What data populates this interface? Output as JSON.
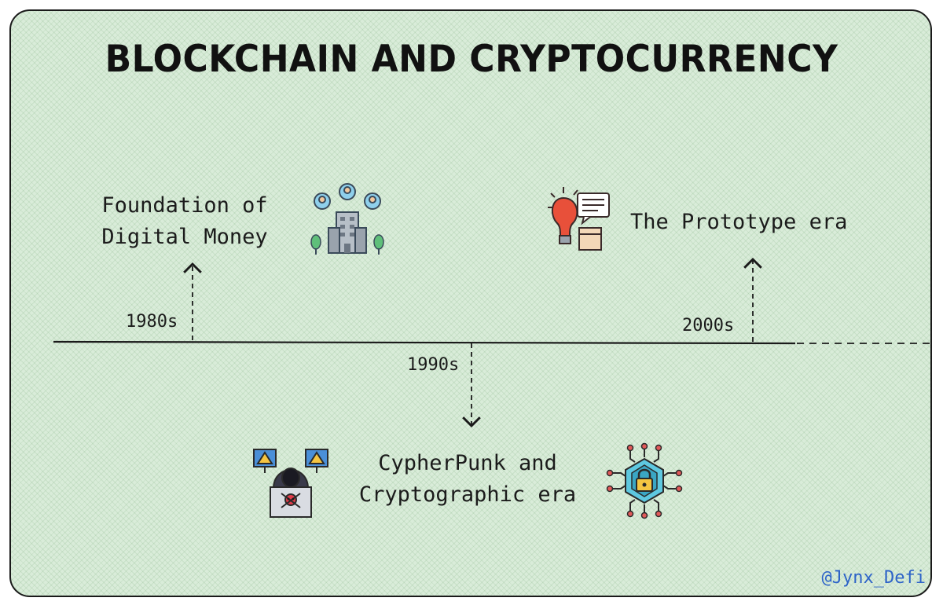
{
  "title": "BLOCKCHAIN AND CRYPTOCURRENCY",
  "events": [
    {
      "year": "1980s",
      "line1": "Foundation of",
      "line2": "Digital Money",
      "icon": "people-building-icon"
    },
    {
      "year": "1990s",
      "line1": "CypherPunk and",
      "line2": "Cryptographic era",
      "icon": "hacker-icon"
    },
    {
      "year": "2000s",
      "line1": "The Prototype era",
      "icon": "lightbulb-idea-icon"
    }
  ],
  "handle": "@Jynx_Defi",
  "colors": {
    "background": "#d9ecd9",
    "line": "#1a1a1a",
    "handle": "#2d63c8",
    "bulb": "#e8503a",
    "chip": "#5ec8e0"
  }
}
